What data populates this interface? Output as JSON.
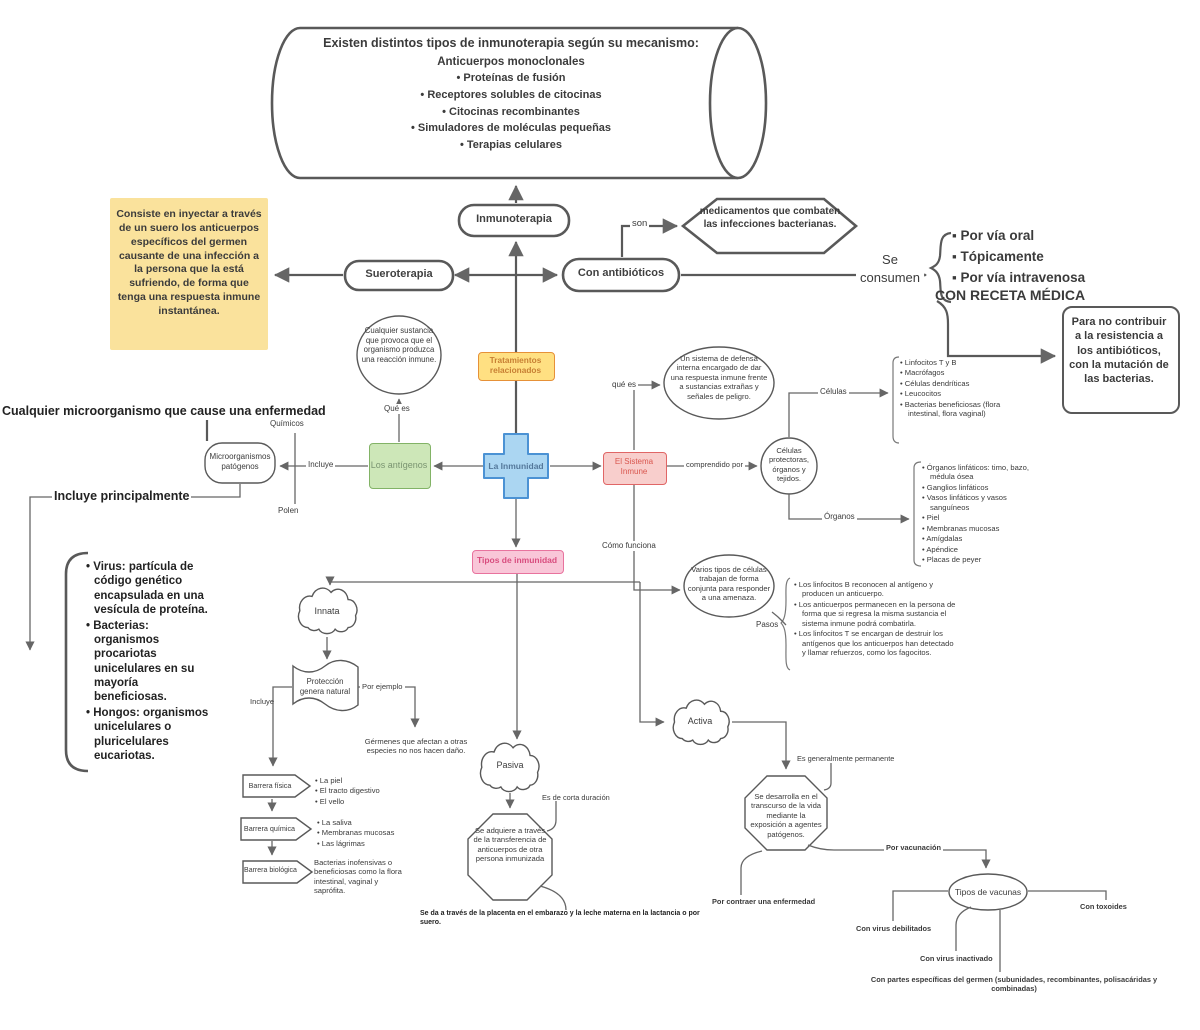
{
  "colors": {
    "shape_stroke": "#595959",
    "connector": "#666666",
    "sticky_note_bg": "#FAE29C",
    "orange_bg": "#FFE082",
    "orange_border": "#E69138",
    "orange_text": "#C77F33",
    "green_bg": "#CDE7B8",
    "green_border": "#82B366",
    "green_text": "#7A9471",
    "red_bg": "#F8CECC",
    "red_border": "#E06666",
    "red_text": "#D9574F",
    "pink_bg": "#F9C6D8",
    "pink_border": "#E8739E",
    "pink_text": "#D84C7E",
    "blue_bg": "#ABD6F2",
    "blue_border": "#4B92D4",
    "blue_text": "#54789B"
  },
  "banner": {
    "title": "Existen distintos tipos de inmunoterapia según su mecanismo:",
    "subtitle": "Anticuerpos monoclonales",
    "bullets": [
      "Proteínas de fusión",
      "Receptores solubles de citocinas",
      "Citocinas recombinantes",
      "Simuladores de moléculas pequeñas",
      "Terapias celulares"
    ]
  },
  "note": {
    "text": "Consiste en inyectar a través de un suero los anticuerpos específicos del germen causante de una infección a la persona que la está sufriendo, de forma que tenga una respuesta inmune instantánea."
  },
  "therapy": {
    "inmunoterapia": "Inmunoterapia",
    "sueroterapia": "Sueroterapia",
    "antibioticos": "Con antibióticos",
    "son": "son",
    "hexagon": "medicamentos que combaten las infecciones bacterianas.",
    "se_consumen": "Se consumen",
    "vias": [
      "Por vía oral",
      "Tópicamente",
      "Por vía intravenosa"
    ],
    "receta": "CON RECETA MÉDICA",
    "receta_box": "Para no contribuir a la resistencia a los antibióticos, con la mutación de las bacterias."
  },
  "center": {
    "inmunidad": "La Inmunidad",
    "tratamientos": "Tratamientos relacionados",
    "antigenos": "Los antígenos",
    "sistema": "El Sistema Inmune",
    "tipos_inmunidad": "Tipos de inmunidad"
  },
  "antigens": {
    "que_es": "Qué es",
    "definition": "Cualquier sustancia que provoca que el organismo produzca una reacción inmune.",
    "incluye": "Incluye",
    "quimicos": "Químicos",
    "polen": "Polen",
    "microorganismos": "Microorganismos patógenos",
    "micro_title": "Cualquier microorganismo que cause una enfermedad",
    "incluye_principalmente": "Incluye principalmente",
    "tipos": [
      "Virus: partícula de código genético encapsulada en una vesícula de proteína.",
      "Bacterias: organismos procariotas unicelulares en su mayoría beneficiosas.",
      "Hongos: organismos unicelulares o pluricelulares eucariotas."
    ]
  },
  "immune_system": {
    "que_es": "qué es",
    "definition": "Un sistema de defensa interna encargado de dar una respuesta inmune frente a sustancias extrañas y señales de peligro.",
    "comprendido_por": "comprendido por",
    "componentes": "Células protectoras, órganos y tejidos.",
    "celulas_label": "Células",
    "celulas": [
      "Linfocitos T y B",
      "Macrófagos",
      "Células dendríticas",
      "Leucocitos",
      "Bacterias beneficiosas (flora intestinal, flora vaginal)"
    ],
    "organos_label": "Órganos",
    "organos": [
      "Órganos linfáticos: timo, bazo, médula ósea",
      "Ganglios linfáticos",
      "Vasos linfáticos y vasos sanguíneos",
      "Piel",
      "Membranas mucosas",
      "Amígdalas",
      "Apéndice",
      "Placas de peyer"
    ],
    "como_funciona": "Cómo funciona",
    "funcionamiento": "Varios tipos de células trabajan de forma conjunta para responder a una amenaza.",
    "pasos_label": "Pasos",
    "pasos": [
      "Los linfocitos B reconocen al antígeno y producen un anticuerpo.",
      "Los anticuerpos permanecen en la persona de forma que si regresa la misma sustancia el sistema inmune podrá combatirla.",
      "Los linfocitos T se encargan de destruir los antígenos que los anticuerpos han detectado y llamar refuerzos, como los fagocitos."
    ]
  },
  "innata": {
    "label": "Innata",
    "proteccion": "Protección genera natural",
    "por_ejemplo": "Por ejemplo",
    "ejemplo": "Gérmenes que afectan a otras especies no nos hacen daño.",
    "incluye": "Incluye",
    "barreras": [
      {
        "nombre": "Barrera física",
        "items": [
          "La piel",
          "El tracto digestivo",
          "El vello"
        ]
      },
      {
        "nombre": "Barrera química",
        "items": [
          "La saliva",
          "Membranas mucosas",
          "Las lágrimas"
        ]
      },
      {
        "nombre": "Barrera biológica",
        "texto": "Bacterias inofensivas o beneficiosas como la flora intestinal, vaginal y saprófita."
      }
    ]
  },
  "pasiva": {
    "label": "Pasiva",
    "duracion": "Es de corta duración",
    "definicion": "Se adquiere a través de la transferencia de anticuerpos de otra persona inmunizada",
    "medio": "Se da a través de la placenta en el embarazo y la leche materna en la lactancia o por suero."
  },
  "activa": {
    "label": "Activa",
    "permanente": "Es generalmente permanente",
    "definicion": "Se desarrolla en el transcurso de la vida mediante la exposición a agentes patógenos.",
    "por_vacunacion": "Por vacunación",
    "por_enfermedad": "Por contraer una enfermedad",
    "tipos_vacunas": "Tipos de vacunas",
    "vacunas": [
      "Con toxoides",
      "Con virus debilitados",
      "Con virus inactivado",
      "Con partes específicas del germen (subunidades, recombinantes, polisacáridas y combinadas)"
    ]
  }
}
